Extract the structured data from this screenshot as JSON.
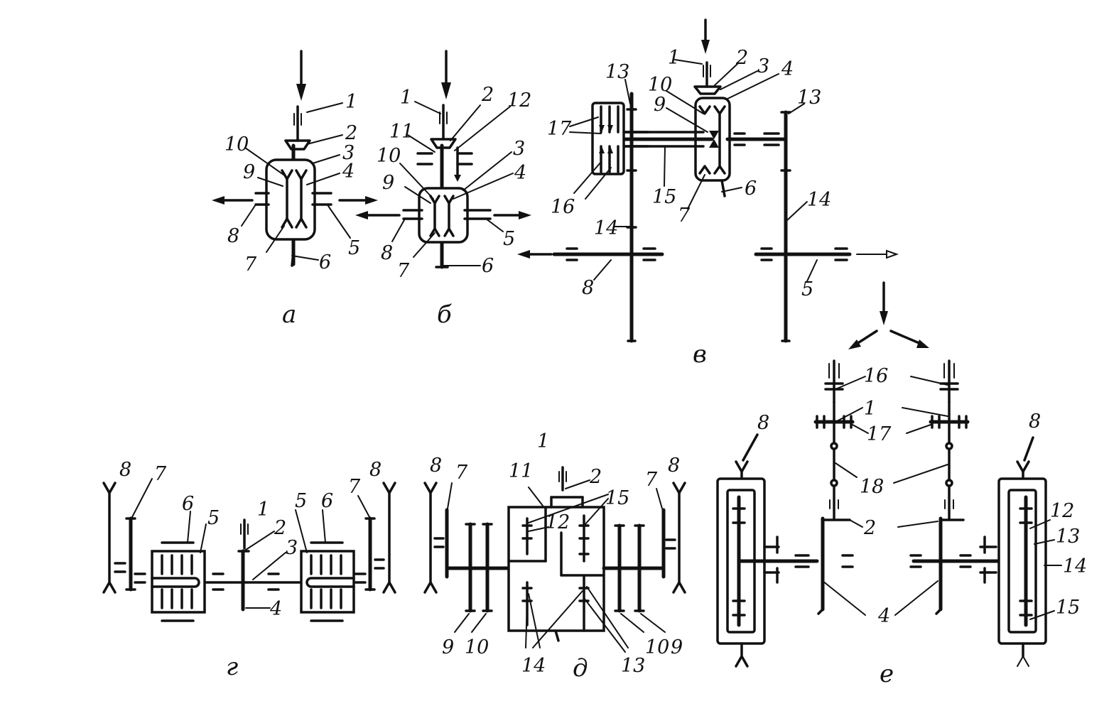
{
  "diagrams": {
    "a": {
      "caption": "а",
      "labels": {
        "l1": "1",
        "l2": "2",
        "l3": "3",
        "l4": "4",
        "l5": "5",
        "l6": "6",
        "l7": "7",
        "l8": "8",
        "l9": "9",
        "l10": "10"
      }
    },
    "b": {
      "caption": "б",
      "labels": {
        "l1": "1",
        "l2": "2",
        "l3": "3",
        "l4": "4",
        "l5": "5",
        "l6": "6",
        "l7": "7",
        "l8": "8",
        "l9": "9",
        "l10": "10",
        "l11": "11",
        "l12": "12"
      }
    },
    "v": {
      "caption": "в",
      "labels": {
        "l1": "1",
        "l2": "2",
        "l3": "3",
        "l4": "4",
        "l5": "5",
        "l6": "6",
        "l7": "7",
        "l8": "8",
        "l9": "9",
        "l10": "10",
        "l13a": "13",
        "l13b": "13",
        "l14a": "14",
        "l14b": "14",
        "l15": "15",
        "l16": "16",
        "l17": "17"
      }
    },
    "g": {
      "caption": "г",
      "labels": {
        "l1": "1",
        "l2": "2",
        "l3": "3",
        "l4": "4",
        "l5a": "5",
        "l5b": "5",
        "l6a": "6",
        "l6b": "6",
        "l7a": "7",
        "l7b": "7",
        "l8a": "8",
        "l8b": "8"
      }
    },
    "d": {
      "caption": "д",
      "labels": {
        "l1": "1",
        "l2": "2",
        "l7a": "7",
        "l7b": "7",
        "l8a": "8",
        "l8b": "8",
        "l9a": "9",
        "l9b": "9",
        "l10a": "10",
        "l10b": "10",
        "l11": "11",
        "l12": "12",
        "l13": "13",
        "l14": "14",
        "l15": "15"
      }
    },
    "e": {
      "caption": "е",
      "labels": {
        "l1": "1",
        "l2": "2",
        "l4": "4",
        "l8a": "8",
        "l8b": "8",
        "l12": "12",
        "l13": "13",
        "l14": "14",
        "l15": "15",
        "l16": "16",
        "l17": "17",
        "l18": "18"
      }
    }
  }
}
